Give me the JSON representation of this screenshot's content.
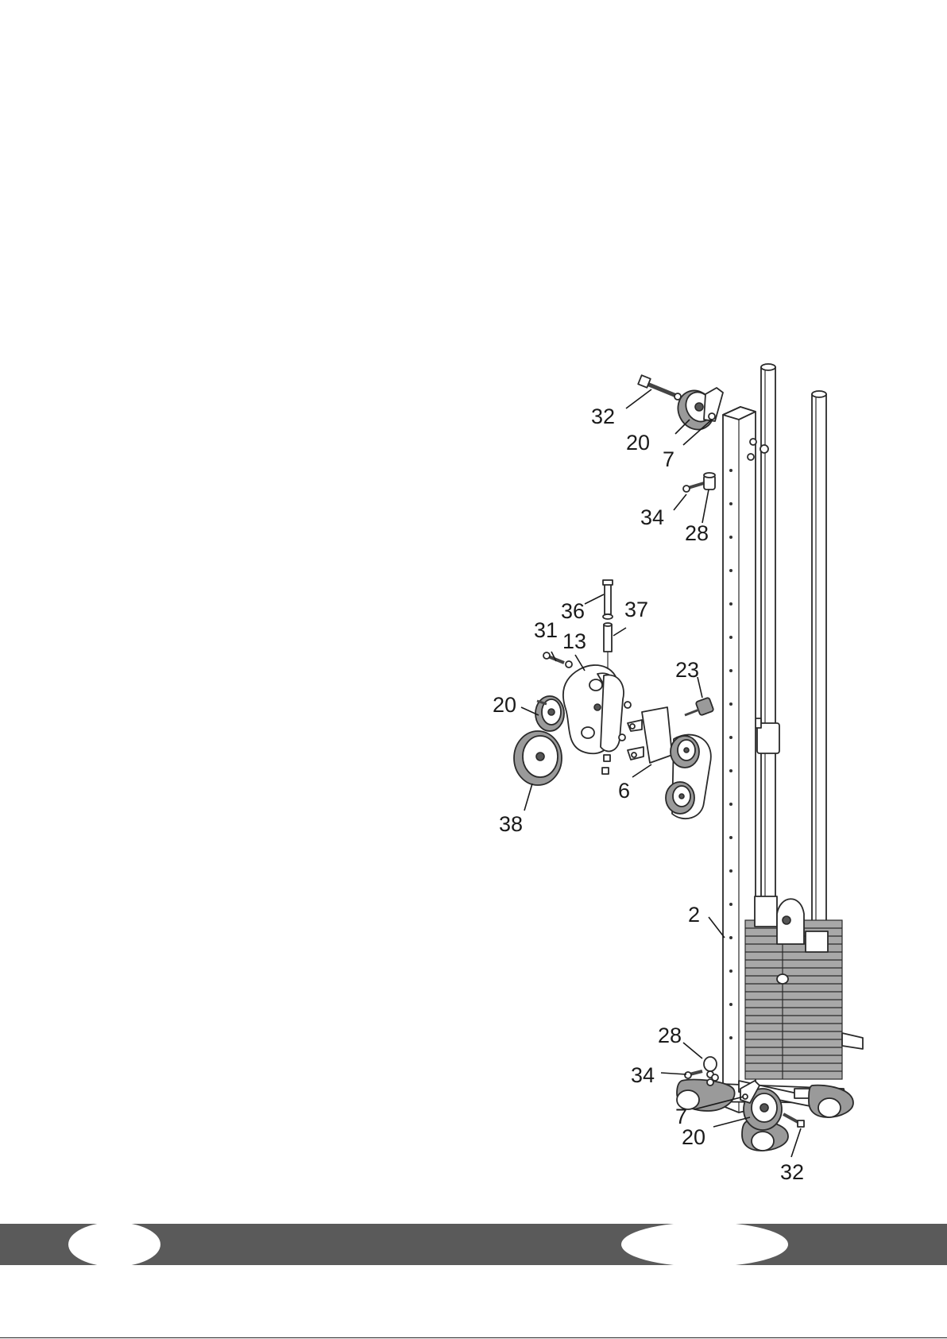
{
  "callouts": {
    "c32_top": "32",
    "c20_top": "20",
    "c7_top": "7",
    "c34_top": "34",
    "c28_top": "28",
    "c36": "36",
    "c37": "37",
    "c31": "31",
    "c13": "13",
    "c23": "23",
    "c20_mid": "20",
    "c6": "6",
    "c38": "38",
    "c2": "2",
    "c28_bot": "28",
    "c34_bot": "34",
    "c7_bot": "7",
    "c20_bot": "20",
    "c32_bot": "32"
  },
  "colors": {
    "footer_band": "#5a5a5a",
    "line": "#2a2a2a",
    "text": "#1a1a1a"
  }
}
